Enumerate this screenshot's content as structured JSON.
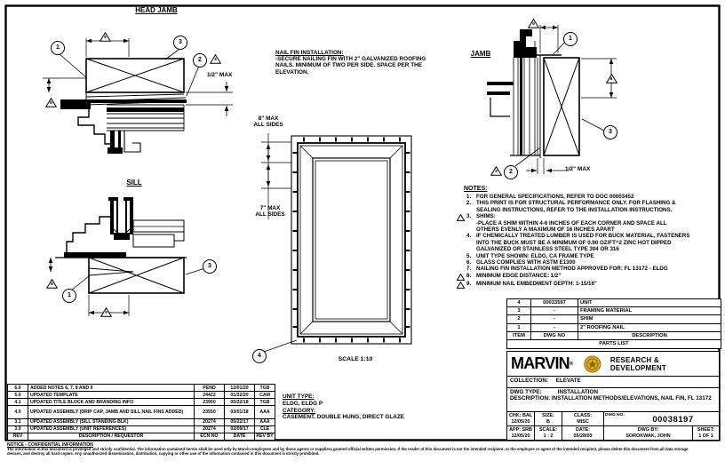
{
  "sheet": {
    "bg": "#ffffff",
    "ink": "#000000",
    "gold": "#E3B417"
  },
  "details": {
    "head_jamb": {
      "title": "HEAD JAMB",
      "dim_max": "1/2\" MAX",
      "callout_1": "1",
      "callout_2": "2",
      "callout_3": "3",
      "flag_top": "9",
      "flag_left": "8",
      "flag_right": "3"
    },
    "sill": {
      "title": "SILL",
      "callout_1": "1",
      "callout_3": "3",
      "flag_left": "8",
      "flag_bottom": "9"
    },
    "jamb": {
      "title": "JAMB",
      "dim_max": "1/2\" MAX",
      "callout_1": "1",
      "callout_2": "2",
      "callout_3": "3",
      "flag_top": "9",
      "flag_right": "8",
      "flag_bottom": "3"
    }
  },
  "nail_fin_note": {
    "title": "NAIL FIN INSTALLATION:",
    "body": "-SECURE NAILING FIN WITH 2\" GALVANIZED ROOFING\nNAILS. MINIMUM OF TWO PER SIDE. SPACE PER THE\nELEVATION."
  },
  "elevation": {
    "dim_top": "8\" MAX\nALL SIDES",
    "dim_side": "7\" MAX\nALL SIDES",
    "callout_4": "4",
    "scale": "SCALE 1:10"
  },
  "notes": {
    "title": "NOTES:",
    "items": [
      {
        "num": "1.",
        "text": "FOR GENERAL SPECIFICATIONS, REFER TO DOC 00003452"
      },
      {
        "num": "2.",
        "text": "THIS PRINT IS FOR STRUCTURAL PERFORMANCE ONLY. FOR FLASHING &\nSEALING INSTRUCTIONS, REFER TO THE INSTALLATION INSTRUCTIONS."
      },
      {
        "num": "3.",
        "text": "SHIMS:\n-PLACE A SHIM WITHIN 4-6 INCHES OF EACH CORNER AND SPACE ALL\nOTHERS EVENLY A MAXIMUM OF 16 INCHES APART"
      },
      {
        "num": "4.",
        "text": "IF CHEMICALLY TREATED LUMBER IS USED FOR BUCK MATERIAL, FASTENERS\nINTO THE BUCK MUST BE A MINIMUM OF 0.90 OZ/FT^2 ZINC HOT DIPPED\nGALVANIZED OR STAINLESS STEEL TYPE 304 OR 316"
      },
      {
        "num": "5.",
        "text": "UNIT TYPE SHOWN: ELDG, CA FRAME TYPE"
      },
      {
        "num": "6.",
        "text": "GLASS COMPLIES WITH ASTM E1300"
      },
      {
        "num": "7.",
        "text": "NAILING FIN INSTALLATION METHOD APPROVED FOR: FL 13172 - ELDG"
      },
      {
        "num": "8.",
        "text": "MINIMUM EDGE DISTANCE: 1/2\""
      },
      {
        "num": "9.",
        "text": "MINIMUM NAIL EMBEDMENT DEPTH: 1-15/16\""
      }
    ]
  },
  "parts_list": {
    "caption": "PARTS LIST",
    "headers": {
      "item": "ITEM",
      "dwg": "DWG NO",
      "desc": "DESCRIPTION"
    },
    "rows": [
      {
        "item": "4",
        "dwg": "00033597",
        "desc": "UNIT"
      },
      {
        "item": "3",
        "dwg": "-",
        "desc": "FRAMING MATERIAL"
      },
      {
        "item": "2",
        "dwg": "-",
        "desc": "SHIM"
      },
      {
        "item": "1",
        "dwg": "-",
        "desc": "2\" ROOFING NAIL"
      }
    ]
  },
  "title_block": {
    "brand": "MARVIN",
    "reg": "®",
    "dept": "RESEARCH & DEVELOPMENT",
    "collection_label": "COLLECTION:",
    "collection": "ELEVATE",
    "dwg_type_label": "DWG TYPE:",
    "dwg_type": "INSTALLATION",
    "desc_label": "DESCRIPTION:",
    "desc": "INSTALLATION METHODS/ELEVATIONS, NAIL FIN, FL 13172",
    "chk_label": "CHK:",
    "chk": "BAL",
    "chk_date": "12/05/20",
    "size_label": "SIZE:",
    "size": "B",
    "class_label": "CLASS:",
    "class": "MISC",
    "dwg_no_label": "DWG NO:",
    "dwg_no": "00038197",
    "app_label": "APP:",
    "app": "SRB",
    "app_date": "12/05/20",
    "scale_label": "SCALE:",
    "scale": "1 : 2",
    "date_label": "DATE:",
    "date": "05/28/05",
    "by_label": "DWG BY:",
    "by": "SOROKWAK, JOHN",
    "sheet_label": "SHEET:",
    "sheet": "1 OF 1"
  },
  "unit_block": {
    "type_label": "UNIT TYPE:",
    "type": "ELDG, ELDG P",
    "cat_label": "CATEGORY:",
    "cat": "CASEMENT, DOUBLE HUNG, DIRECT GLAZE"
  },
  "revisions": {
    "headers": [
      "REV",
      "DESCRIPTION / REQUESTOR",
      "ECN NO",
      "DATE",
      "REV BY"
    ],
    "rows": [
      [
        "6.0",
        "ADDED NOTES 6, 7, 8 AND 9",
        "PEND",
        "12/01/20",
        "TGB"
      ],
      [
        "5.0",
        "UPDATED TEMPLATE",
        "24422",
        "01/22/20",
        "CAM"
      ],
      [
        "4.1",
        "UPDATED TITLE BLOCK AND BRANDING INFO",
        "23950",
        "05/22/18",
        "TGB"
      ],
      [
        "4.0",
        "UPDATED ASSEMBLY (DRIP CAP, JAMB AND SILL NAIL FINS ADDED)",
        "23550",
        "03/01/18",
        "AAA"
      ],
      [
        "3.1",
        "UPDATED ASSEMBLY (SILL STANDING BLK)",
        "20274",
        "05/22/17",
        "AAA"
      ],
      [
        "3.0",
        "UPDATED ASSEMBLY (UNIT REFERENCES)",
        "20274",
        "02/09/17",
        "CLE"
      ]
    ]
  },
  "disclaimer": {
    "title": "NOTICE - CONFIDENTIAL INFORMATION",
    "body": "The information in this document is privileged and strictly confidential.  The information contained herein shall be used only by Marvin employees and by those agents or suppliers granted official written permission.  If the reader of this document is not the intended recipient, or the employee or agent of the intended recipient, please delete this document from all data storage devices, and destroy all hard copies.  Any unauthorized dissemination, distribution, copying or other use of the information contained in this document is strictly prohibited."
  }
}
